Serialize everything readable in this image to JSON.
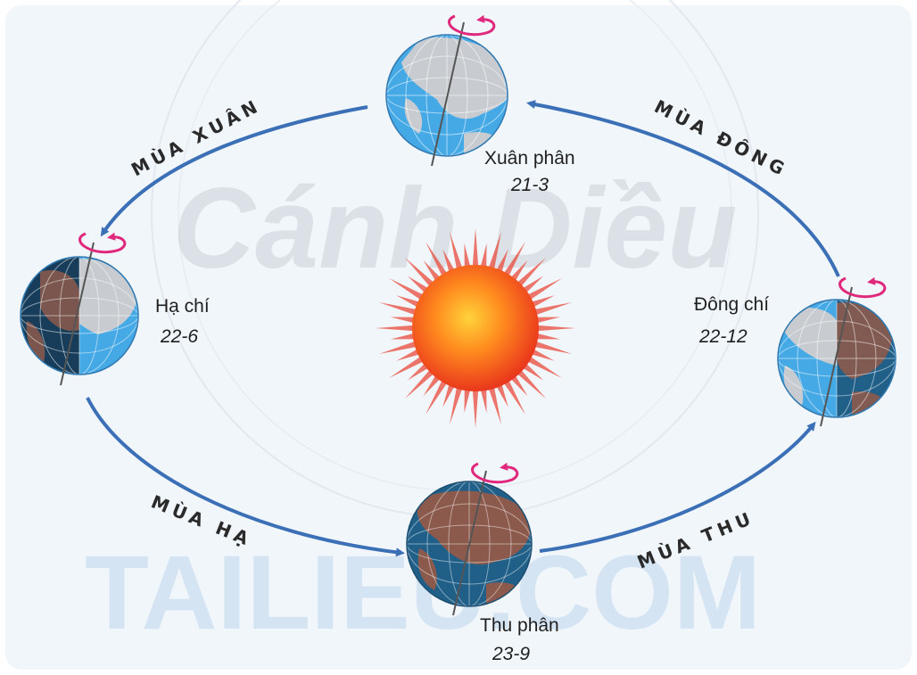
{
  "seasons": {
    "spring": "MÙA XUÂN",
    "winter": "MÙA ĐÔNG",
    "summer": "MÙA HẠ",
    "autumn": "MÙA THU"
  },
  "points": {
    "vernal_equinox": {
      "name": "Xuân phân",
      "date": "21-3"
    },
    "summer_solstice": {
      "name": "Hạ chí",
      "date": "22-6"
    },
    "autumnal_equinox": {
      "name": "Thu phân",
      "date": "23-9"
    },
    "winter_solstice": {
      "name": "Đông chí",
      "date": "22-12"
    }
  },
  "watermarks": {
    "publisher": "Cánh Diều",
    "site": "TAILIEU.COM"
  },
  "colors": {
    "background": "#f1f6fb",
    "orbit_arrow": "#3b6fb6",
    "rotation_arrow": "#e0287d",
    "sun_core": "#ff5a1a",
    "sun_rays": "#e8493a",
    "ocean_lit": "#45a9e6",
    "ocean_dark": "#1f5f88",
    "land_lit": "#c8ccd0",
    "land_dark": "#8c5a4c",
    "night": "#173d5a"
  }
}
